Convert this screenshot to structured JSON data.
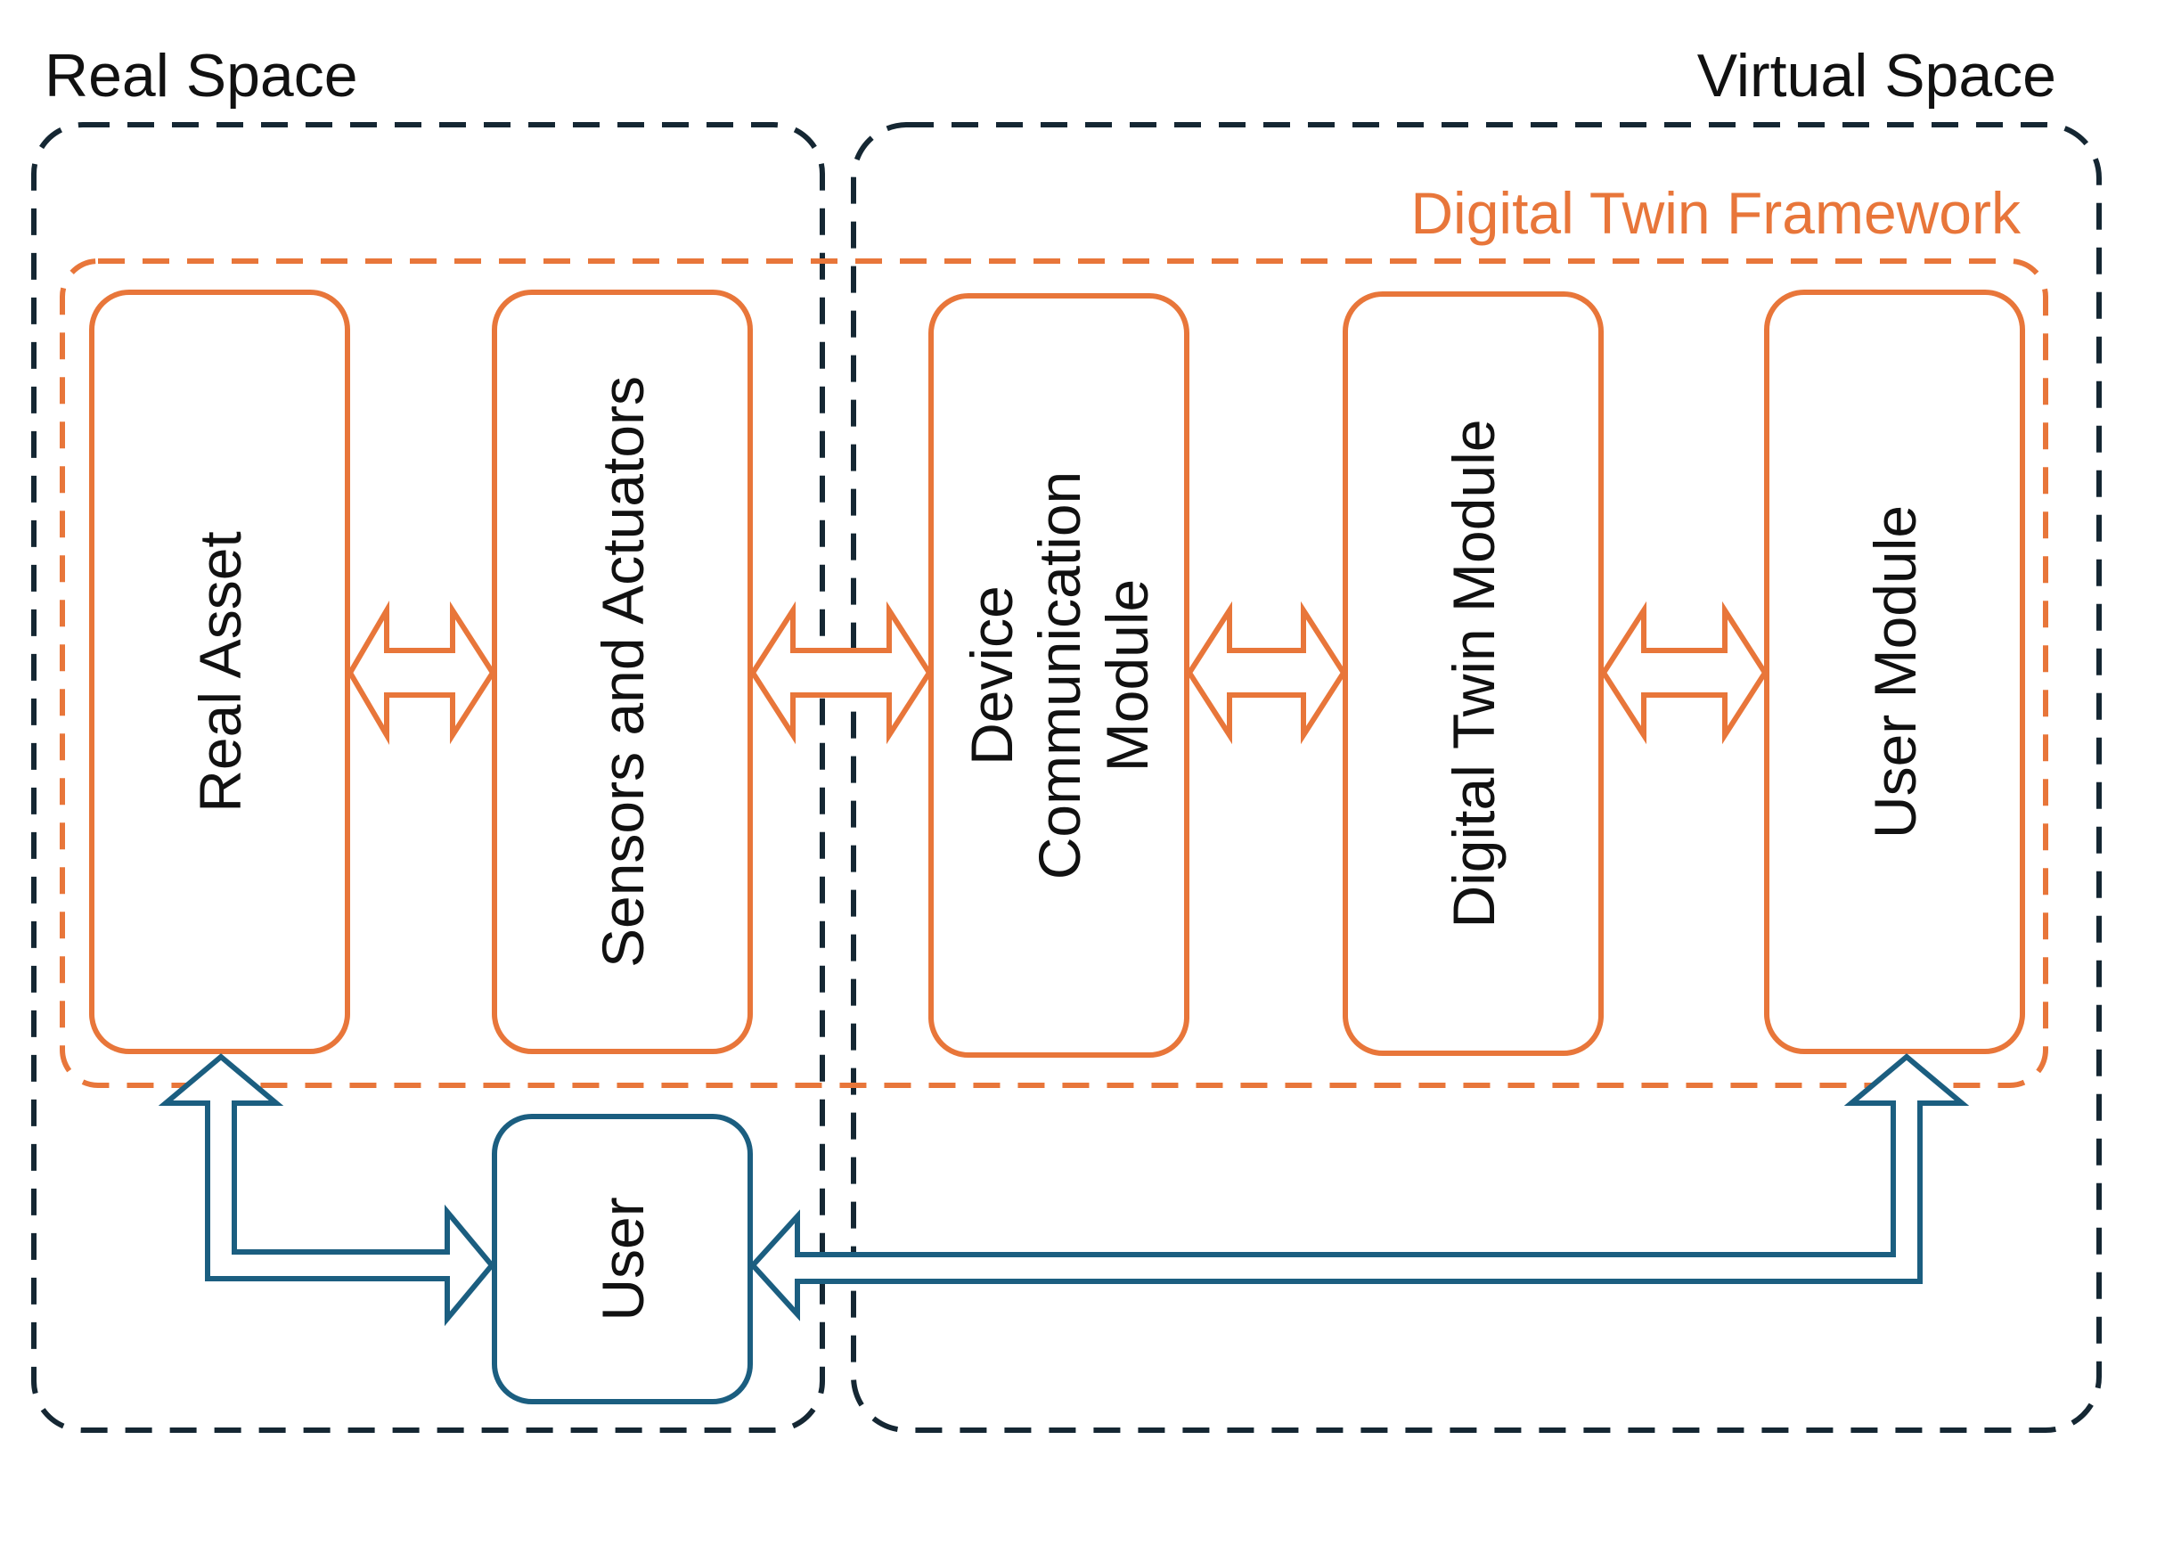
{
  "colors": {
    "orange": "#E8763A",
    "blue": "#1B5E80",
    "dark": "#152733",
    "text": "#111111"
  },
  "spaces": {
    "real_label": "Real Space",
    "virtual_label": "Virtual Space"
  },
  "framework": {
    "label": "Digital Twin Framework"
  },
  "modules": {
    "real_asset": "Real Asset",
    "sensors": "Sensors and Actuators",
    "device_line1": "Device",
    "device_line2": "Communication",
    "device_line3": "Module",
    "digital_twin": "Digital Twin Module",
    "user_module": "User Module"
  },
  "user": {
    "label": "User"
  }
}
